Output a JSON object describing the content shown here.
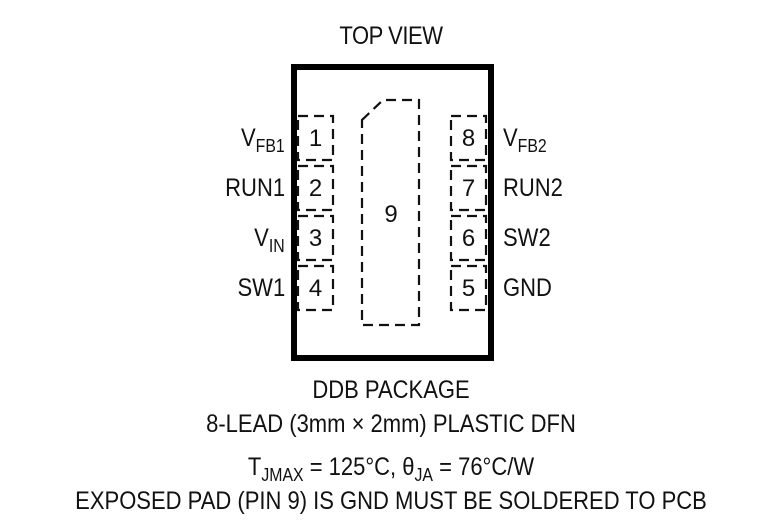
{
  "header": {
    "title": "TOP VIEW"
  },
  "package": {
    "left_pins": [
      {
        "number": "1",
        "name_main": "V",
        "name_sub": "FB1"
      },
      {
        "number": "2",
        "name_main": "RUN1",
        "name_sub": ""
      },
      {
        "number": "3",
        "name_main": "V",
        "name_sub": "IN"
      },
      {
        "number": "4",
        "name_main": "SW1",
        "name_sub": ""
      }
    ],
    "right_pins": [
      {
        "number": "8",
        "name_main": "V",
        "name_sub": "FB2"
      },
      {
        "number": "7",
        "name_main": "RUN2",
        "name_sub": ""
      },
      {
        "number": "6",
        "name_main": "SW2",
        "name_sub": ""
      },
      {
        "number": "5",
        "name_main": "GND",
        "name_sub": ""
      }
    ],
    "exposed_pad": {
      "number": "9"
    }
  },
  "footer": {
    "package_name": "DDB PACKAGE",
    "package_desc": "8-LEAD (3mm × 2mm) PLASTIC DFN",
    "thermal": {
      "tj_main": "T",
      "tj_sub": "JMAX",
      "tj_value": " = 125°C, ",
      "theta_main": "θ",
      "theta_sub": "JA",
      "theta_value": " = 76°C/W"
    },
    "note": "EXPOSED PAD (PIN 9) IS GND MUST BE SOLDERED TO PCB"
  },
  "colors": {
    "outline": "#000000",
    "text": "#111111",
    "background": "#ffffff"
  }
}
